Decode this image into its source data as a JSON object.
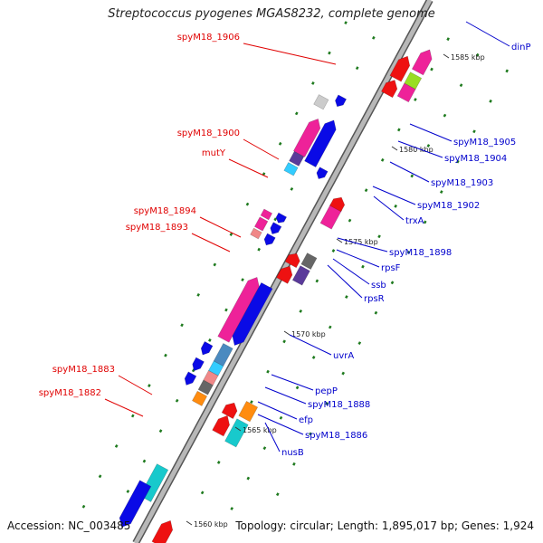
{
  "title": "Streptococcus pyogenes MGAS8232, complete genome",
  "footer": {
    "accession": "Accession: NC_003485",
    "topology": "Topology: circular; Length: 1,895,017 bp; Genes: 1,924"
  },
  "colors": {
    "backbone": "#b8b8b8",
    "backbone_edge": "#555555",
    "tick": "#1e7a1e",
    "label_red": "#e00000",
    "label_blue": "#0000cc",
    "gene_blue": "#0a0ae6",
    "gene_red": "#ee1111",
    "gene_pink": "#ee2299",
    "gene_purple": "#5a3a9a",
    "gene_cyan": "#18c9cc",
    "gene_orange": "#ff8c10",
    "gene_gray": "#666666",
    "gene_lightgray": "#cccccc",
    "gene_lime": "#99dd22",
    "gene_salmon": "#f08888",
    "gene_steel": "#4a8ac0",
    "gene_skyblue": "#33ccff"
  },
  "ticks": [
    "1585 kbp",
    "1580 kbp",
    "1575 kbp",
    "1570 kbp",
    "1565 kbp",
    "1560 kbp"
  ],
  "labels_left": [
    "spyM18_1906",
    "spyM18_1900",
    "mutY",
    "spyM18_1894",
    "spyM18_1893",
    "spyM18_1883",
    "spyM18_1882"
  ],
  "labels_right": [
    "dinP",
    "spyM18_1905",
    "spyM18_1904",
    "spyM18_1903",
    "spyM18_1902",
    "trxA",
    "spyM18_1898",
    "rpsF",
    "ssb",
    "rpsR",
    "uvrA",
    "pepP",
    "spyM18_1888",
    "efp",
    "spyM18_1886",
    "nusB"
  ]
}
